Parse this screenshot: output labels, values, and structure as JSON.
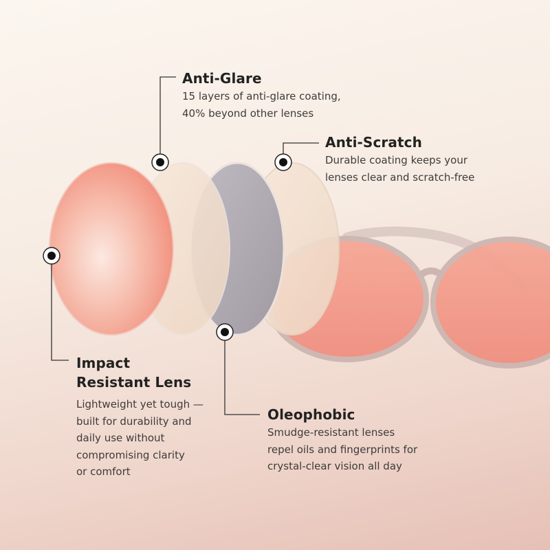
{
  "features": {
    "anti_glare": {
      "title": "Anti-Glare",
      "line1": "15 layers of anti-glare coating,",
      "line2": "40% beyond other lenses"
    },
    "anti_scratch": {
      "title": "Anti-Scratch",
      "line1": "Durable coating keeps your",
      "line2": "lenses clear and scratch-free"
    },
    "impact": {
      "title_line1": "Impact",
      "title_line2": "Resistant Lens",
      "line1": "Lightweight yet tough —",
      "line2": "built for durability and",
      "line3": "daily use without",
      "line4": "compromising clarity",
      "line5": "or comfort"
    },
    "oleophobic": {
      "title": "Oleophobic",
      "line1": "Smudge-resistant lenses",
      "line2": "repel oils and fingerprints for",
      "line3": "crystal-clear vision all day"
    }
  },
  "colors": {
    "lens_pink": "#f4a99a",
    "lens_cream": "#f3ddc8",
    "lens_grey": "#a9a2aa",
    "frame_clear": "#d9c3bd",
    "marker": "#111111"
  }
}
